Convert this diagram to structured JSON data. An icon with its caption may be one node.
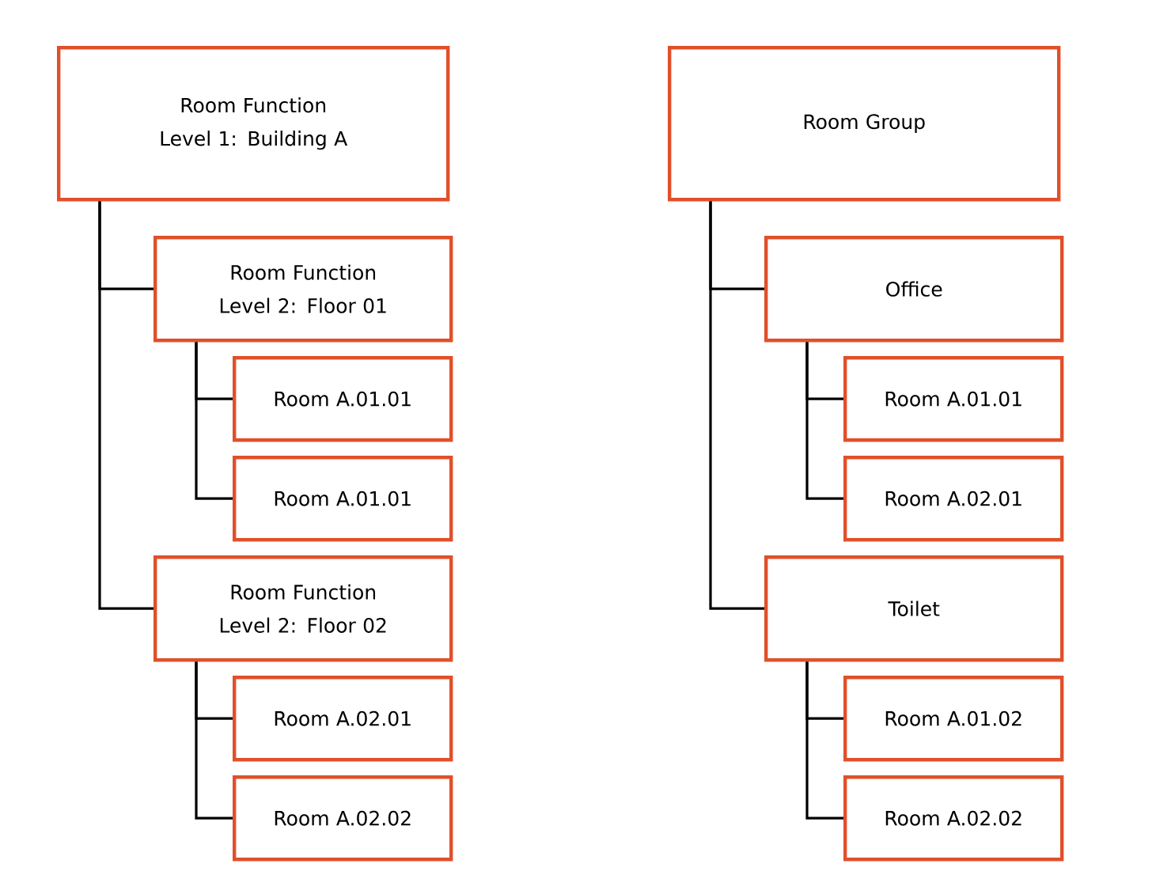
{
  "diagram": {
    "nodes": [
      {
        "text": [
          "Room Function Level 1: Building A"
        ]
      },
      {
        "text": [
          "Room Function Level 2: Floor 01"
        ]
      },
      {
        "text": [
          "Room A.01.01"
        ]
      },
      {
        "text": [
          "Room A.01.01"
        ]
      },
      {
        "text": [
          "Room Function Level 2: Floor 02"
        ]
      },
      {
        "text": [
          "Room A.02.01"
        ]
      },
      {
        "text": [
          "Room A.02.02"
        ]
      },
      {
        "text": [
          "Room Group"
        ]
      },
      {
        "text": [
          "Office"
        ]
      },
      {
        "text": [
          "Room A.01.01"
        ]
      },
      {
        "text": [
          "Room A.02.01"
        ]
      },
      {
        "text": [
          "Toilet"
        ]
      },
      {
        "text": [
          "Room A.01.02"
        ]
      },
      {
        "text": [
          "Room A.02.02"
        ]
      }
    ],
    "edges": [
      {
        "from": 0,
        "to": 1,
        "arrow": "none"
      },
      {
        "from": 0,
        "to": 4,
        "arrow": "none"
      },
      {
        "from": 1,
        "to": 2,
        "arrow": "none"
      },
      {
        "from": 1,
        "to": 3,
        "arrow": "none"
      },
      {
        "from": 4,
        "to": 5,
        "arrow": "none"
      },
      {
        "from": 4,
        "to": 6,
        "arrow": "none"
      },
      {
        "from": 7,
        "to": 8,
        "arrow": "none"
      },
      {
        "from": 7,
        "to": 11,
        "arrow": "none"
      },
      {
        "from": 8,
        "to": 9,
        "arrow": "none"
      },
      {
        "from": 8,
        "to": 10,
        "arrow": "none"
      },
      {
        "from": 11,
        "to": 12,
        "arrow": "none"
      },
      {
        "from": 11,
        "to": 13,
        "arrow": "none"
      }
    ]
  }
}
